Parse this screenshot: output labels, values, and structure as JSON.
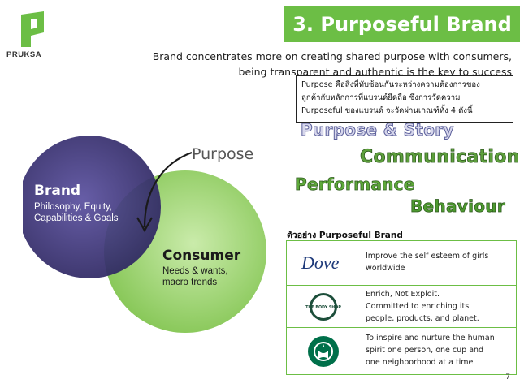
{
  "brand": {
    "name": "PRUKSA"
  },
  "header": {
    "title": "3. Purposeful Brand"
  },
  "subtitle": {
    "line1": "Brand concentrates more on creating shared purpose with consumers,",
    "line2": "being transparent and authentic is the key to success"
  },
  "diagram": {
    "purpose_label": "Purpose",
    "brand_title": "Brand",
    "brand_line1": "Philosophy, Equity,",
    "brand_line2": "Capabilities & Goals",
    "consumer_title": "Consumer",
    "consumer_line1": "Needs & wants,",
    "consumer_line2": "macro trends"
  },
  "thai_intro": {
    "line1": "Purpose คือสิ่งที่ทับซ้อนกันระหว่างความต้องการของ",
    "line2": "ลูกค้ากับหลักการที่แบรนด์ยึดถือ ซึ่งการวัดความ",
    "line3": "Purposeful ของแบรนด์ จะวัดผ่านเกณฑ์ทั้ง 4 ดังนี้"
  },
  "criteria": [
    "Purpose & Story",
    "Communication",
    "Performance",
    "Behaviour"
  ],
  "examples_label": "ตัวอย่าง Purposeful Brand",
  "examples": [
    {
      "logo": "Dove",
      "line1": "Improve the self esteem of girls",
      "line2": "worldwide",
      "line3": ""
    },
    {
      "logo": "THE BODY SHOP",
      "line1": "Enrich, Not Exploit.",
      "line2": "Committed to enriching its",
      "line3": "people, products, and planet."
    },
    {
      "logo": "starbucks-logo",
      "line1": "To inspire and nurture the human",
      "line2": "spirit one person, one cup and",
      "line3": "one neighborhood at a time"
    }
  ],
  "page_number": "7",
  "colors": {
    "accent": "#6cbe45",
    "brand_circle": "#3d3572",
    "consumer_circle": "#8fce5f"
  }
}
